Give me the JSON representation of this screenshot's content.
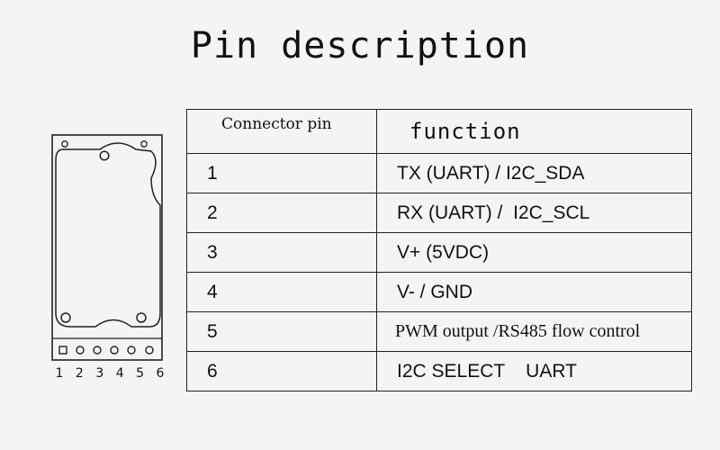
{
  "title": "Pin description",
  "table": {
    "header": {
      "pin": "Connector pin",
      "function": "function"
    },
    "rows": [
      {
        "pin": "1",
        "function": "TX (UART) / I2C_SDA"
      },
      {
        "pin": "2",
        "function": "RX (UART) /  I2C_SCL"
      },
      {
        "pin": "3",
        "function": "V+ (5VDC)"
      },
      {
        "pin": "4",
        "function": "V- / GND"
      },
      {
        "pin": "5",
        "function": "PWM output /RS485 flow control"
      },
      {
        "pin": "6",
        "function": "I2C SELECT    UART"
      }
    ]
  },
  "board": {
    "pin_labels": [
      "1",
      "2",
      "3",
      "4",
      "5",
      "6"
    ]
  }
}
